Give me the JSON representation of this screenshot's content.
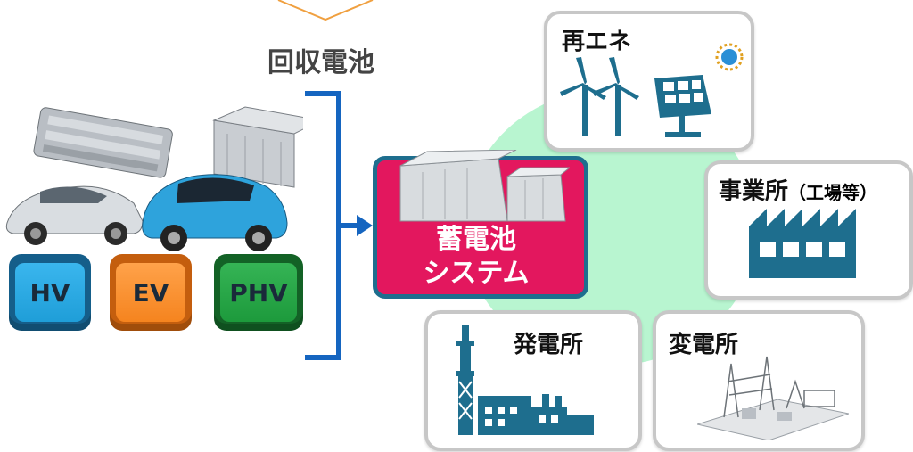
{
  "collection": {
    "label": "回収電池"
  },
  "vehicle_types": [
    {
      "label": "HV",
      "color": "#1f9ed8",
      "border": "#155e8a"
    },
    {
      "label": "EV",
      "color": "#f5841f",
      "border": "#c45e0e"
    },
    {
      "label": "PHV",
      "color": "#1d9a3c",
      "border": "#136226"
    }
  ],
  "storage": {
    "line1": "蓄電池",
    "line2": "システム",
    "color": "#e3175e"
  },
  "renewable": {
    "title": "再エネ"
  },
  "business": {
    "title": "事業所",
    "subtitle": "（工場等）"
  },
  "power_plant": {
    "title": "発電所"
  },
  "substation": {
    "title": "変電所"
  },
  "colors": {
    "arrow": "#1565c0",
    "icon": "#1e6e8e",
    "hub": "#b8f5d0"
  }
}
